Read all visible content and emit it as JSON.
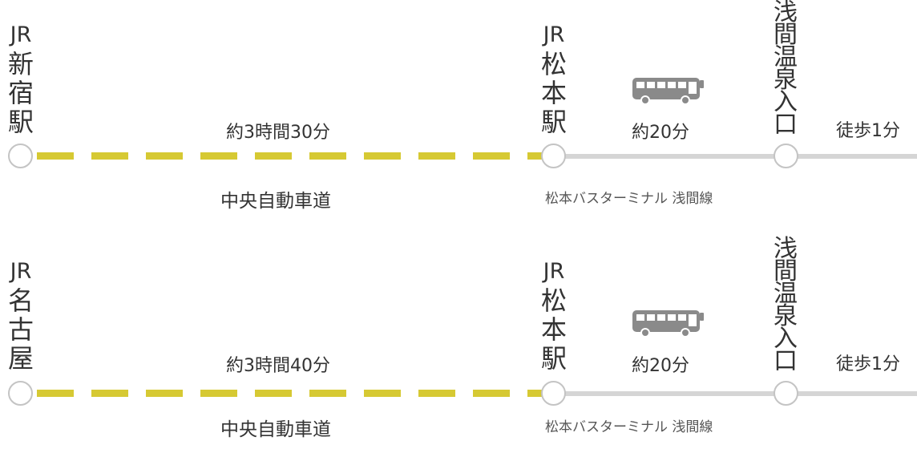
{
  "routes": [
    {
      "origin": {
        "line1": "JR",
        "line2": "新",
        "line3": "宿",
        "line4": "駅"
      },
      "highway_time": "約3時間30分",
      "highway_name": "中央自動車道",
      "transfer_station": {
        "line1": "JR",
        "line2": "松",
        "line3": "本",
        "line4": "駅"
      },
      "bus_time": "約20分",
      "bus_line": "松本バスターミナル 浅間線",
      "destination": [
        "浅",
        "間",
        "温",
        "泉",
        "入",
        "口"
      ],
      "walk_time": "徒歩1分"
    },
    {
      "origin": {
        "line1": "JR",
        "line2": "名",
        "line3": "古",
        "line4": "屋"
      },
      "highway_time": "約3時間40分",
      "highway_name": "中央自動車道",
      "transfer_station": {
        "line1": "JR",
        "line2": "松",
        "line3": "本",
        "line4": "駅"
      },
      "bus_time": "約20分",
      "bus_line": "松本バスターミナル 浅間線",
      "destination": [
        "浅",
        "間",
        "温",
        "泉",
        "入",
        "口"
      ],
      "walk_time": "徒歩1分"
    }
  ],
  "colors": {
    "highway_dash": "#d6c933",
    "rail_line": "#d5d5d5",
    "station_ring": "#c4c4c4",
    "bus_icon": "#8a8a8a",
    "text": "#333333"
  },
  "icons": {
    "bus": "bus-icon",
    "station": "station-circle-icon"
  }
}
